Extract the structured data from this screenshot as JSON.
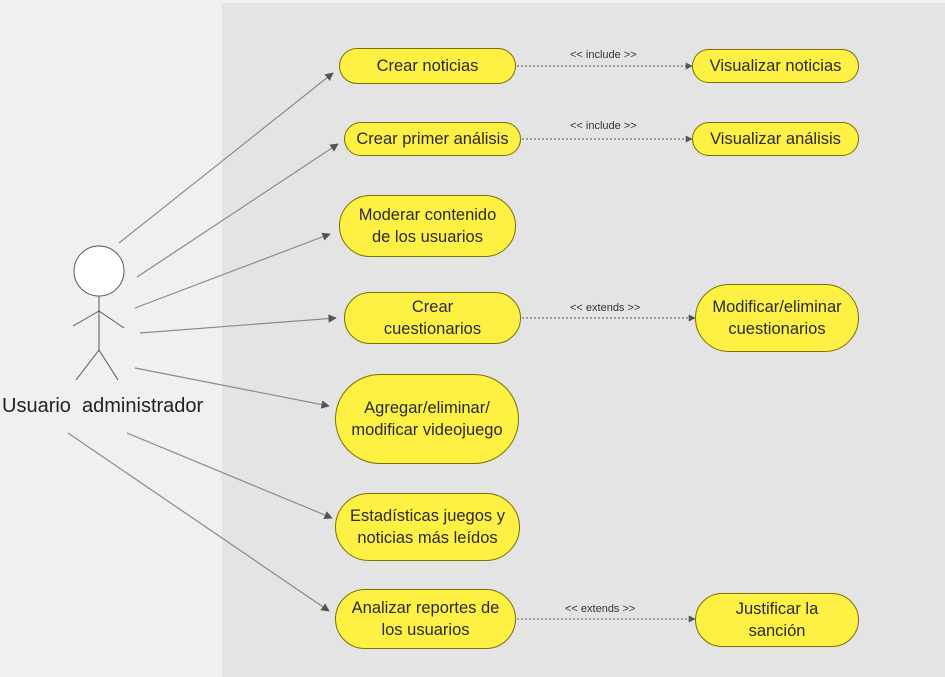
{
  "diagram": {
    "actor": {
      "name": "Usuario  administrador"
    },
    "use_cases": [
      {
        "id": "crear-noticias",
        "label": "Crear noticias"
      },
      {
        "id": "crear-primer-analisis",
        "label": "Crear primer análisis"
      },
      {
        "id": "moderar-contenido",
        "label": "Moderar contenido\nde los usuarios"
      },
      {
        "id": "crear-cuestionarios",
        "label": "Crear\ncuestionarios"
      },
      {
        "id": "agregar-videojuego",
        "label": "Agregar/eliminar/\nmodificar videojuego"
      },
      {
        "id": "estadisticas",
        "label": "Estadísticas juegos y\nnoticias más leídos"
      },
      {
        "id": "analizar-reportes",
        "label": "Analizar reportes de\nlos usuarios"
      },
      {
        "id": "visualizar-noticias",
        "label": "Visualizar noticias"
      },
      {
        "id": "visualizar-analisis",
        "label": "Visualizar análisis"
      },
      {
        "id": "modificar-cuestionarios",
        "label": "Modificar/eliminar\ncuestionarios"
      },
      {
        "id": "justificar-sancion",
        "label": "Justificar la\nsanción"
      }
    ],
    "relations": [
      {
        "from": "crear-noticias",
        "to": "visualizar-noticias",
        "label": "<< include >>"
      },
      {
        "from": "crear-primer-analisis",
        "to": "visualizar-analisis",
        "label": "<< include >>"
      },
      {
        "from": "crear-cuestionarios",
        "to": "modificar-cuestionarios",
        "label": "<< extends >>"
      },
      {
        "from": "analizar-reportes",
        "to": "justificar-sancion",
        "label": "<< extends >>"
      }
    ],
    "colors": {
      "use_case_fill": "#fff044",
      "use_case_border": "#7a7000",
      "line": "#8a8a8a",
      "actor_stroke": "#555555"
    }
  }
}
